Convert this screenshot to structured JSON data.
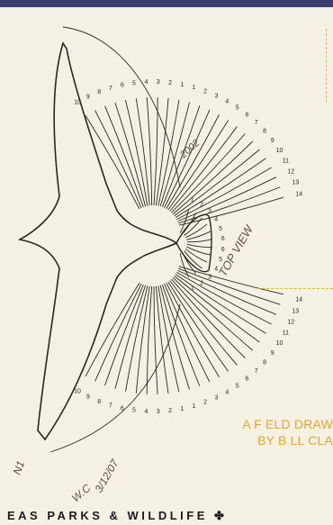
{
  "caption": {
    "line1": "A F ELD DRAW",
    "line2": "BY B LL CLA"
  },
  "footer": {
    "text": "EAS PARKS & WILDLIFE ✤"
  },
  "annotations": {
    "top_view": "TOP VIEW",
    "scale_note": "2002",
    "date_note": "3/12/07",
    "initials": "W.C",
    "side_note": "N1"
  },
  "wing_upper_numbers": [
    "10",
    "9",
    "8",
    "7",
    "6",
    "5",
    "4",
    "3",
    "2",
    "1",
    "1",
    "2",
    "3",
    "4",
    "5",
    "6",
    "7",
    "8",
    "9",
    "10",
    "11",
    "12",
    "13",
    "14"
  ],
  "wing_lower_numbers": [
    "14",
    "13",
    "12",
    "11",
    "10",
    "9",
    "8",
    "7",
    "6",
    "5",
    "4",
    "3",
    "2",
    "1",
    "1",
    "2",
    "3",
    "4",
    "5",
    "6",
    "7",
    "8",
    "9",
    "10"
  ],
  "tail_numbers": [
    "1",
    "2",
    "3",
    "4",
    "5",
    "6",
    "6",
    "5",
    "4",
    "3",
    "2",
    "1"
  ],
  "colors": {
    "background": "#f4f1e4",
    "accent": "#e2b431",
    "ink": "#2b2520",
    "top_bar": "#3b3f6e"
  }
}
